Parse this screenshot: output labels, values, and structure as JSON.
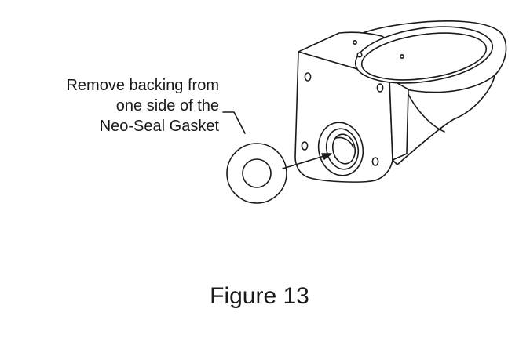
{
  "callout": {
    "lines": [
      "Remove backing from",
      "one side of the",
      "Neo-Seal Gasket"
    ]
  },
  "caption": "Figure 13",
  "colors": {
    "stroke": "#1a1a1a",
    "fill": "#ffffff"
  }
}
